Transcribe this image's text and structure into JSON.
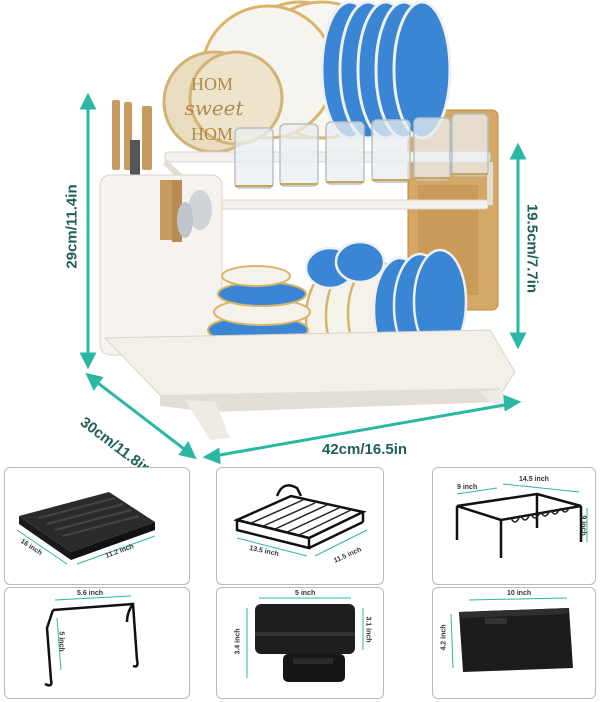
{
  "main": {
    "height_label": "29cm/11.4in",
    "depth_label": "30cm/11.8in",
    "width_label": "42cm/16.5in",
    "upper_height_label": "19.5cm/7.7in",
    "plate_text_lines": [
      "HOM",
      "sweet",
      "HOM"
    ]
  },
  "parts": {
    "drip_tray": {
      "length": "16 inch",
      "width": "11.2 inch"
    },
    "lower_rack": {
      "length": "13.5 inch",
      "width": "11.5 inch"
    },
    "upper_rack": {
      "top_width": "14.5 inch",
      "side_width": "9 inch",
      "height": "9 inch"
    },
    "hook": {
      "width": "5.6 inch",
      "height": "5 inch"
    },
    "utensil_holder": {
      "width": "5 inch",
      "left_height": "3.4 inch",
      "right_height": "3.1 inch"
    },
    "cup_holder": {
      "width": "10 inch",
      "height": "4.2 inch"
    }
  },
  "colors": {
    "accent": "#2ab7a4",
    "label_text": "#1f5f5a",
    "plate_blue": "#3a86d4",
    "rack_white": "#f4f2ee",
    "board_wood": "#d6a865"
  }
}
